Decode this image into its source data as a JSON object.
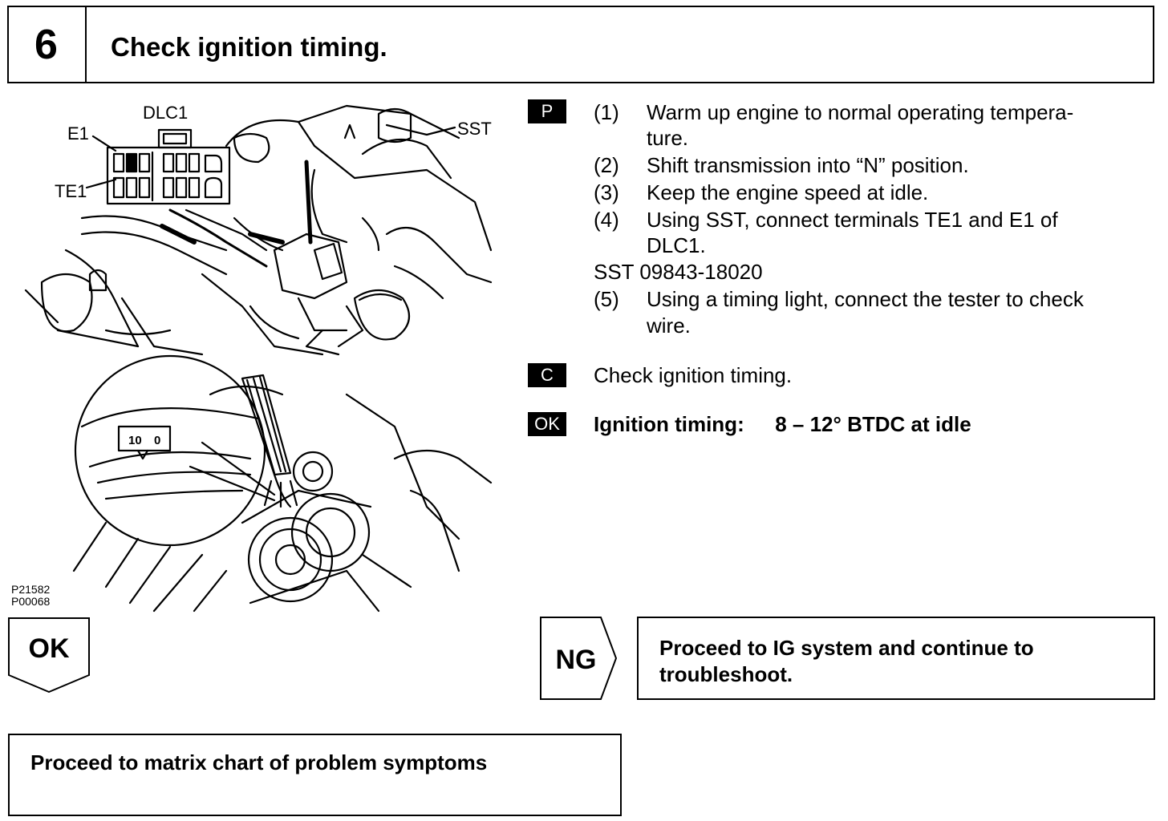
{
  "header": {
    "step_number": "6",
    "title": "Check ignition timing."
  },
  "figure": {
    "labels": {
      "dlc1": "DLC1",
      "e1": "E1",
      "te1": "TE1",
      "sst": "SST",
      "mark_10": "10",
      "mark_0": "0"
    },
    "codes": [
      "P21582",
      "P00068"
    ]
  },
  "procedure": {
    "tag": "P",
    "steps": [
      {
        "num": "(1)",
        "text": "Warm up engine to normal operating tempera-",
        "cont": "ture."
      },
      {
        "num": "(2)",
        "text": "Shift transmission into “N” position."
      },
      {
        "num": "(3)",
        "text": "Keep the engine speed at idle."
      },
      {
        "num": "(4)",
        "text": "Using SST, connect terminals TE1 and E1 of",
        "cont": "DLC1."
      },
      {
        "num": "(5)",
        "text": "Using a timing light, connect the tester to check",
        "cont": "wire."
      }
    ],
    "sst_line": "SST 09843-18020"
  },
  "check": {
    "tag": "C",
    "text": "Check ignition timing."
  },
  "spec": {
    "tag": "OK",
    "label": "Ignition timing:",
    "value": "8 – 12° BTDC at idle"
  },
  "result_ok": {
    "badge": "OK",
    "text": "Proceed to matrix chart of problem symptoms"
  },
  "result_ng": {
    "badge": "NG",
    "text_line1": "Proceed to IG system and continue to",
    "text_line2": "troubleshoot."
  }
}
